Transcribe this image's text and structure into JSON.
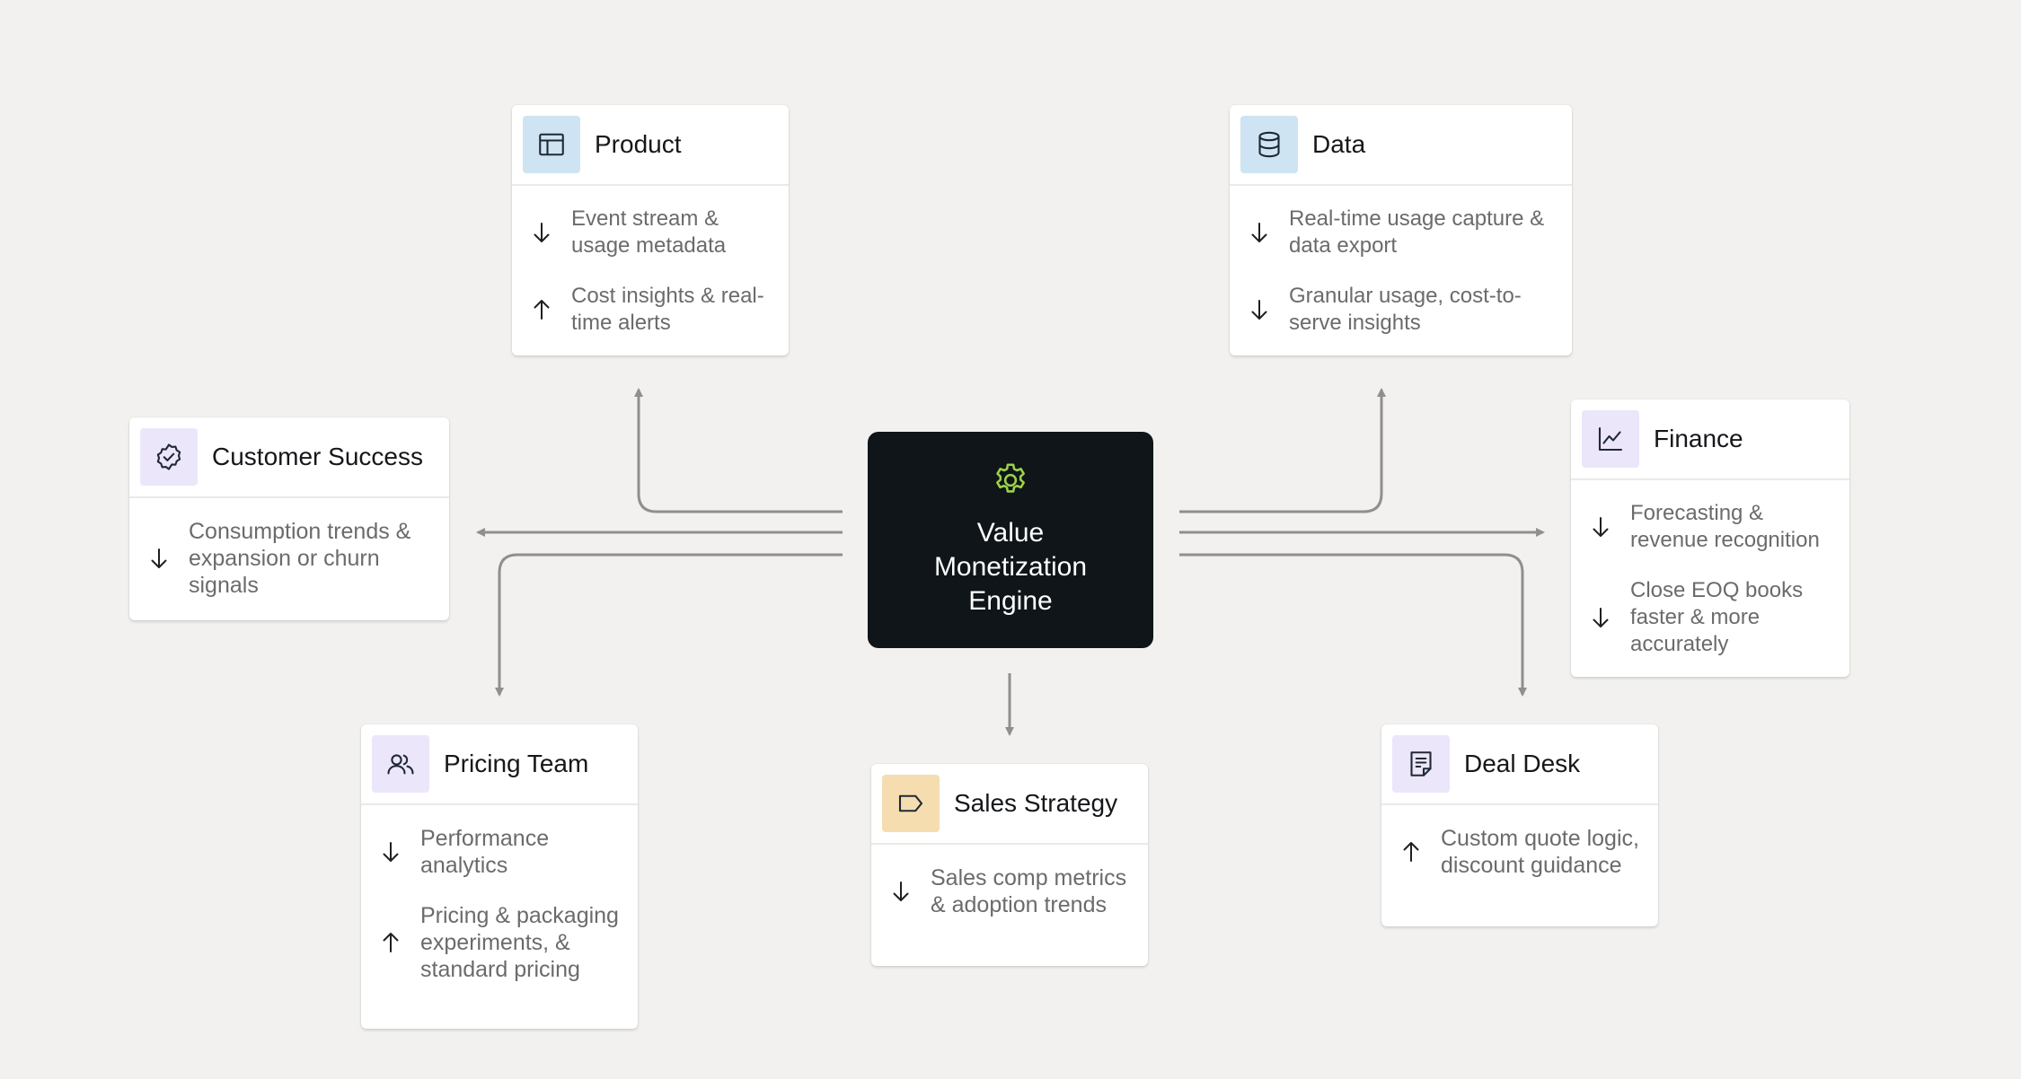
{
  "engine": {
    "title": "Value Monetization Engine",
    "icon": "gear-icon"
  },
  "colors": {
    "background": "#f2f1ef",
    "connector": "#8f8f8f",
    "engine_bg": "#0f1518",
    "engine_icon": "#9bd14a",
    "blue_icon_bg": "#cfe4f3",
    "purple_icon_bg": "#ece6fb",
    "yellow_icon_bg": "#f6ddb0"
  },
  "cards": {
    "product": {
      "title": "Product",
      "icon": "layout-icon",
      "items": [
        {
          "direction": "down",
          "text": "Event stream & usage metadata"
        },
        {
          "direction": "up",
          "text": "Cost insights & real-time alerts"
        }
      ]
    },
    "data": {
      "title": "Data",
      "icon": "database-icon",
      "items": [
        {
          "direction": "down",
          "text": "Real-time usage capture & data export"
        },
        {
          "direction": "down",
          "text": "Granular usage, cost-to-serve insights"
        }
      ]
    },
    "customer_success": {
      "title": "Customer Success",
      "icon": "badge-check-icon",
      "items": [
        {
          "direction": "down",
          "text": "Consumption trends & expansion or churn signals"
        }
      ]
    },
    "finance": {
      "title": "Finance",
      "icon": "line-chart-icon",
      "items": [
        {
          "direction": "down",
          "text": "Forecasting & revenue recognition"
        },
        {
          "direction": "down",
          "text": "Close EOQ books faster & more accurately"
        }
      ]
    },
    "pricing_team": {
      "title": "Pricing Team",
      "icon": "users-icon",
      "items": [
        {
          "direction": "down",
          "text": "Performance analytics"
        },
        {
          "direction": "up",
          "text": "Pricing & packaging experiments, & standard pricing"
        }
      ]
    },
    "sales_strategy": {
      "title": "Sales Strategy",
      "icon": "tag-icon",
      "items": [
        {
          "direction": "down",
          "text": "Sales comp metrics & adoption trends"
        }
      ]
    },
    "deal_desk": {
      "title": "Deal Desk",
      "icon": "document-icon",
      "items": [
        {
          "direction": "up",
          "text": "Custom quote logic, discount guidance"
        }
      ]
    }
  }
}
